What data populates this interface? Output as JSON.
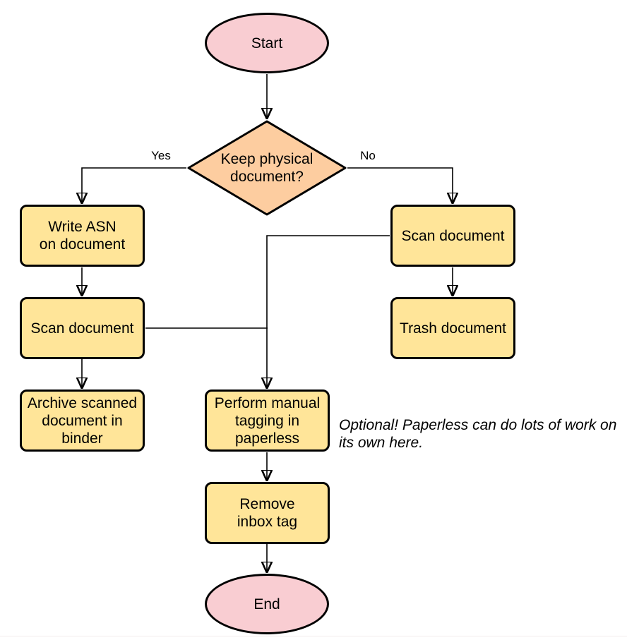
{
  "diagram": {
    "nodes": {
      "start": {
        "label": "Start",
        "type": "terminator"
      },
      "decision": {
        "label": "Keep physical\ndocument?",
        "type": "decision"
      },
      "write_asn": {
        "label": "Write ASN\non document",
        "type": "process"
      },
      "scan_left": {
        "label": "Scan document",
        "type": "process"
      },
      "archive": {
        "label": "Archive scanned\ndocument in\nbinder",
        "type": "process"
      },
      "scan_right": {
        "label": "Scan document",
        "type": "process"
      },
      "trash": {
        "label": "Trash document",
        "type": "process"
      },
      "tagging": {
        "label": "Perform manual\ntagging in\npaperless",
        "type": "process"
      },
      "remove_inbox": {
        "label": "Remove\ninbox tag",
        "type": "process"
      },
      "end": {
        "label": "End",
        "type": "terminator"
      }
    },
    "edge_labels": {
      "yes": "Yes",
      "no": "No"
    },
    "annotation": "Optional! Paperless can do lots of work on\nits own here.",
    "colors": {
      "terminator_fill": "#f9cdd2",
      "decision_fill": "#fdcda0",
      "process_fill": "#ffe599",
      "stroke": "#000000"
    }
  }
}
